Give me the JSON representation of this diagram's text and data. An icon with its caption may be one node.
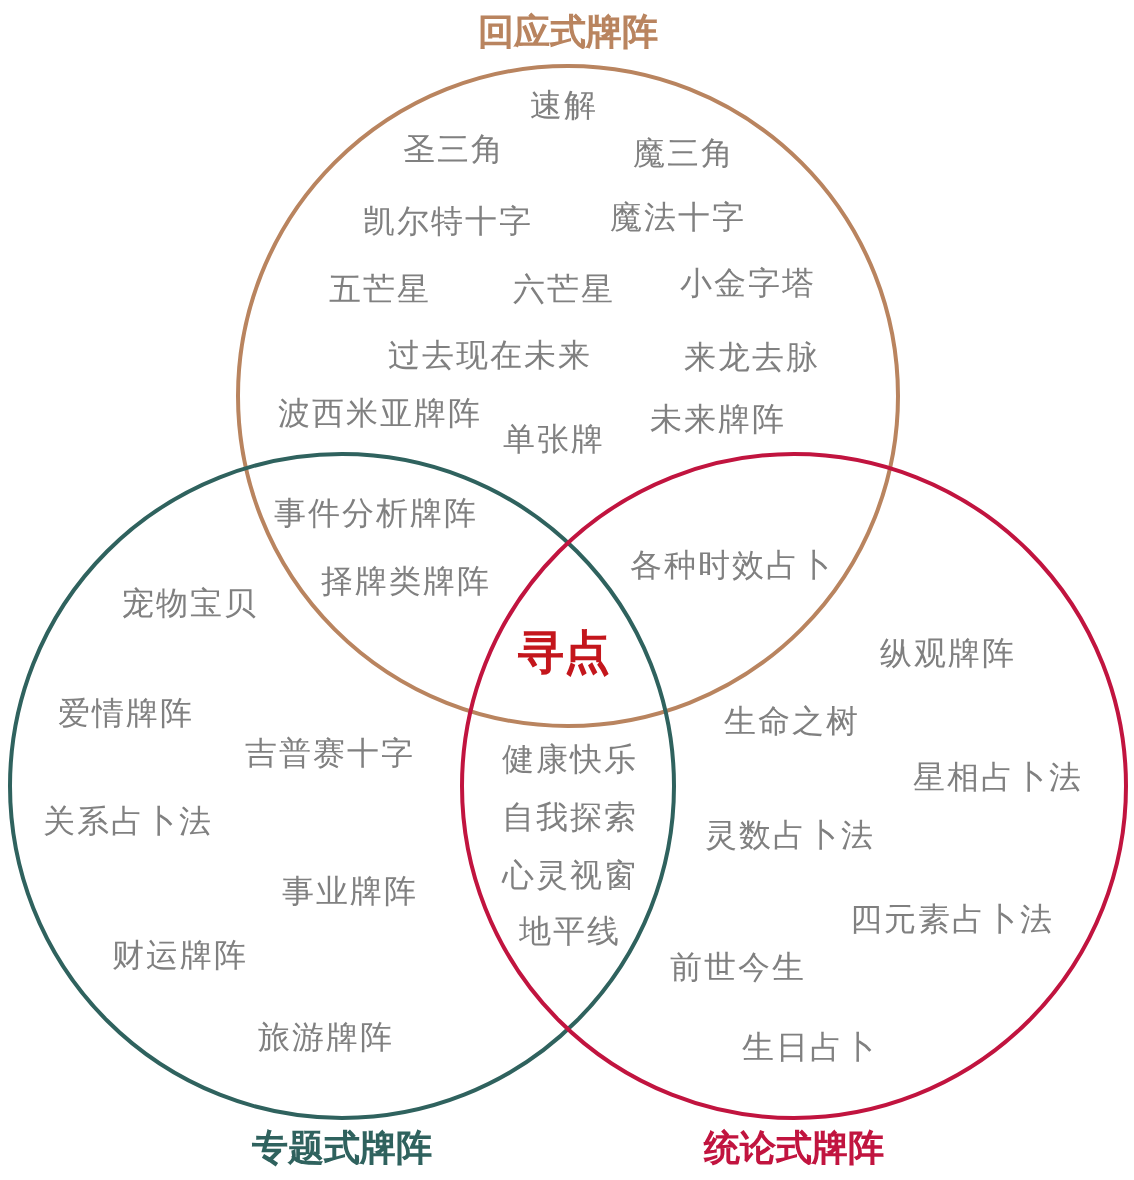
{
  "diagram": {
    "nodes": [
      {
        "text": [
          "回应式牌阵"
        ]
      },
      {
        "text": [
          "专题式牌阵"
        ]
      },
      {
        "text": [
          "统论式牌阵"
        ]
      }
    ],
    "labels": [
      "速解",
      "圣三角",
      "魔三角",
      "凯尔特十字",
      "魔法十字",
      "五芒星",
      "六芒星",
      "小金字塔",
      "过去现在未来",
      "来龙去脉",
      "波西米亚牌阵",
      "单张牌",
      "未来牌阵",
      "事件分析牌阵",
      "宠物宝贝",
      "择牌类牌阵",
      "各种时效占卜",
      "寻点",
      "纵观牌阵",
      "爱情牌阵",
      "生命之树",
      "吉普赛十字",
      "健康快乐",
      "星相占卜法",
      "关系占卜法",
      "自我探索",
      "灵数占卜法",
      "事业牌阵",
      "心灵视窗",
      "地平线",
      "四元素占卜法",
      "财运牌阵",
      "前世今生",
      "旅游牌阵",
      "生日占卜"
    ]
  }
}
